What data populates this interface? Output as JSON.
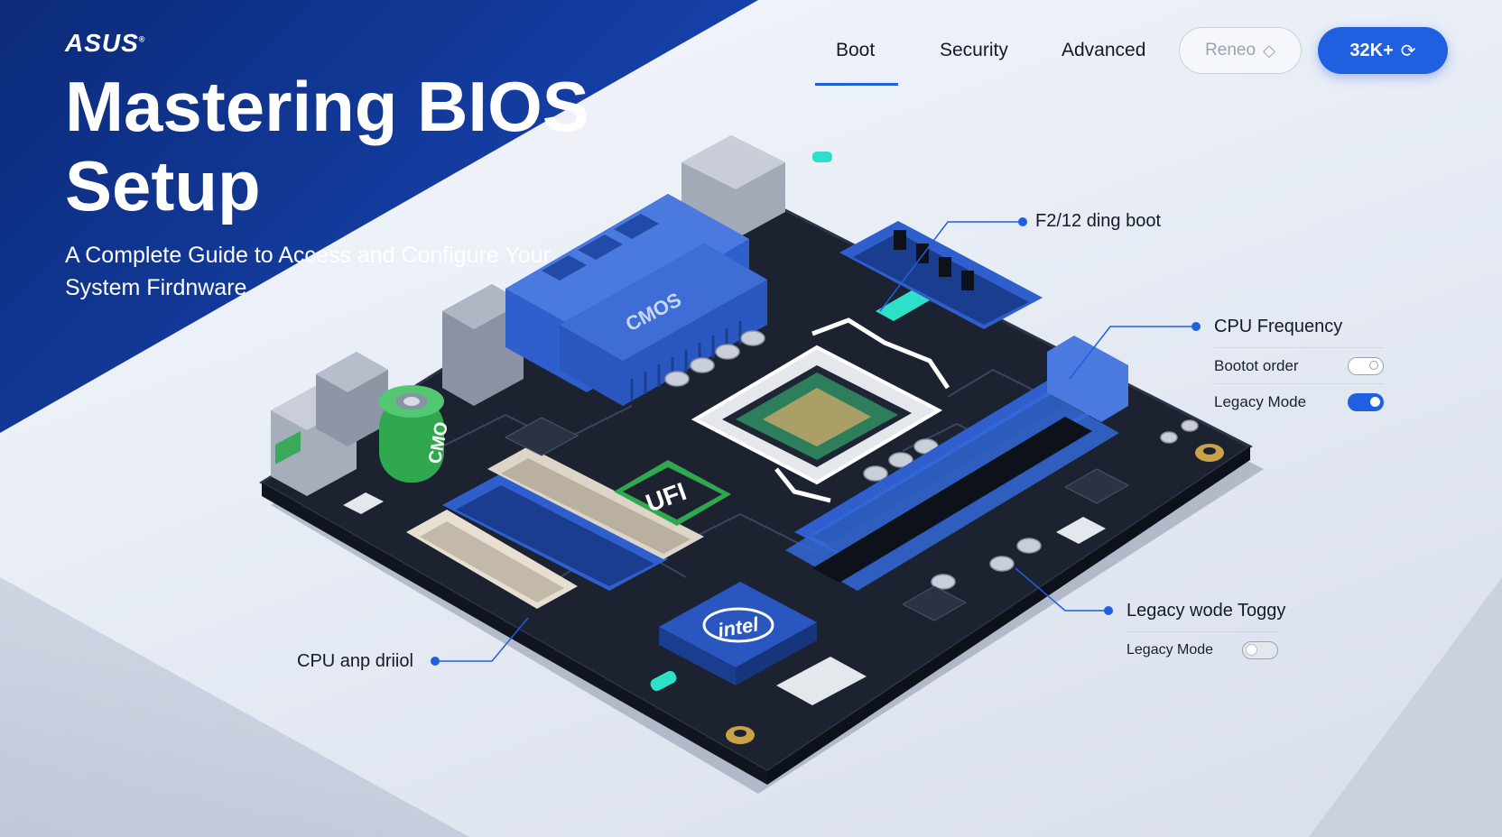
{
  "brand": {
    "logo": "ASUS",
    "logo_mark": "®"
  },
  "hero": {
    "title": "Mastering BIOS Setup",
    "subtitle": "A Complete Guide to Access and Configure Your System Firdnware"
  },
  "nav": {
    "tabs": [
      {
        "label": "Boot",
        "active": true
      },
      {
        "label": "Security",
        "active": false
      },
      {
        "label": "Advanced",
        "active": false
      }
    ],
    "secondary_button": {
      "label": "Reneo",
      "icon": "diamond-arrow-icon"
    },
    "primary_button": {
      "label": "32K+",
      "icon": "refresh-icon"
    }
  },
  "board": {
    "chip_labels": {
      "cmos_heatsink": "CMOS",
      "battery": "CMO",
      "uefi_chip": "UFI",
      "intel_chip": "intel"
    }
  },
  "callouts": {
    "f2": {
      "label": "F2/12 ding boot"
    },
    "cpu_freq": {
      "label": "CPU Frequency",
      "settings": [
        {
          "label": "Bootot order",
          "state": "off"
        },
        {
          "label": "Legacy Mode",
          "state": "on"
        }
      ]
    },
    "legacy": {
      "label": "Legacy wode Toggy",
      "settings": [
        {
          "label": "Legacy Mode",
          "state": "off"
        }
      ]
    },
    "cpu_driver": {
      "label": "CPU anp driiol"
    }
  },
  "colors": {
    "accent": "#1f5fe0",
    "dark_blue": "#0b2a78",
    "board": "#1c2230",
    "component_blue": "#2f5fcc",
    "battery_green": "#2fa84f",
    "cyan": "#2fe0c8"
  }
}
